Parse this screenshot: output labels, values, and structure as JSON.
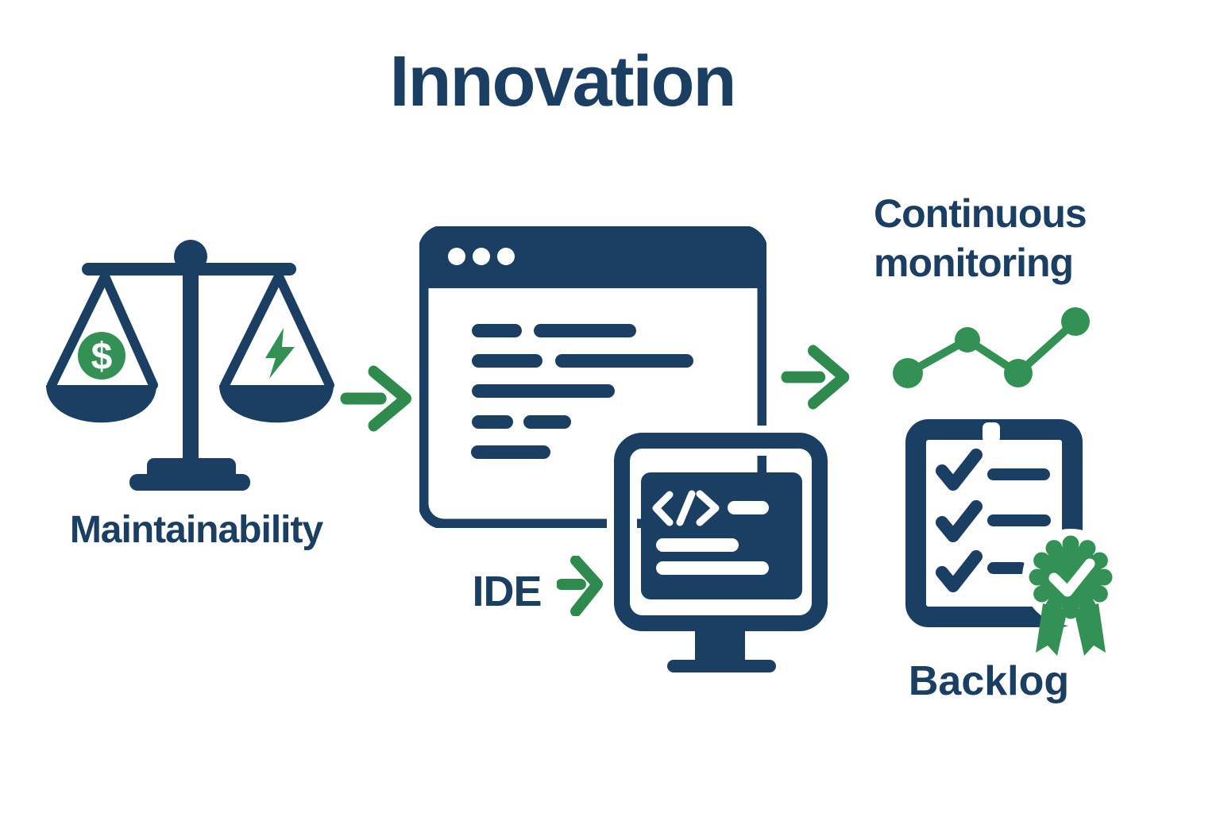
{
  "title": "Innovation",
  "colors": {
    "navy": "#1b3e63",
    "green": "#349156",
    "green_arrow": "#2f8a4e",
    "background": "#ffffff"
  },
  "steps": {
    "maintainability": {
      "label": "Maintainability"
    },
    "ide": {
      "label": "IDE"
    },
    "monitoring": {
      "label": "Continuous\nmonitoring"
    },
    "backlog": {
      "label": "Backlog"
    }
  },
  "icons": {
    "dollar_glyph": "$",
    "balance_scale": "balance-scale-icon",
    "dollar": "dollar-coin-icon",
    "lightning": "lightning-bolt-icon",
    "browser": "browser-code-window-icon",
    "monitor": "ide-monitor-icon",
    "code_tag": "code-tag-icon",
    "chart": "line-chart-icon",
    "clipboard": "backlog-clipboard-icon",
    "award": "award-ribbon-icon",
    "arrow": "arrow-right-icon"
  }
}
